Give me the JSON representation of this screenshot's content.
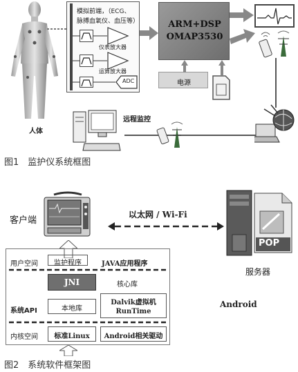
{
  "fig1": {
    "caption": "图1　监护仪系统框图",
    "human_label": "人体",
    "signal_block": {
      "text_line1": "模拟前端，（ECG、",
      "text_line2": "脉搏血氧仪、血压等）",
      "amp1": "仪表放大器",
      "amp2": "运算放大器",
      "adc": "ADC"
    },
    "processor": {
      "line1": "ARM+DSP",
      "line2": "OMAP3530"
    },
    "power": "电源",
    "remote": "远程监控"
  },
  "fig2": {
    "caption": "图2　系统软件框架图",
    "client": "客户端",
    "link": "以太网 / Wi-Fi",
    "server": "服务器",
    "server_badge": "POP",
    "android": "Android",
    "layers": {
      "user_space": "用户空间",
      "monitor_app": "监护程序",
      "java_app": "JAVA应用程序",
      "jni": "JNI",
      "core_lib": "核心库",
      "system_api": "系统API",
      "native_lib": "本地库",
      "dalvik": "Dalvik虚拟机",
      "runtime": "RunTime",
      "kernel_space": "内核空间",
      "linux": "标准Linux",
      "drivers": "Android相关驱动"
    }
  }
}
